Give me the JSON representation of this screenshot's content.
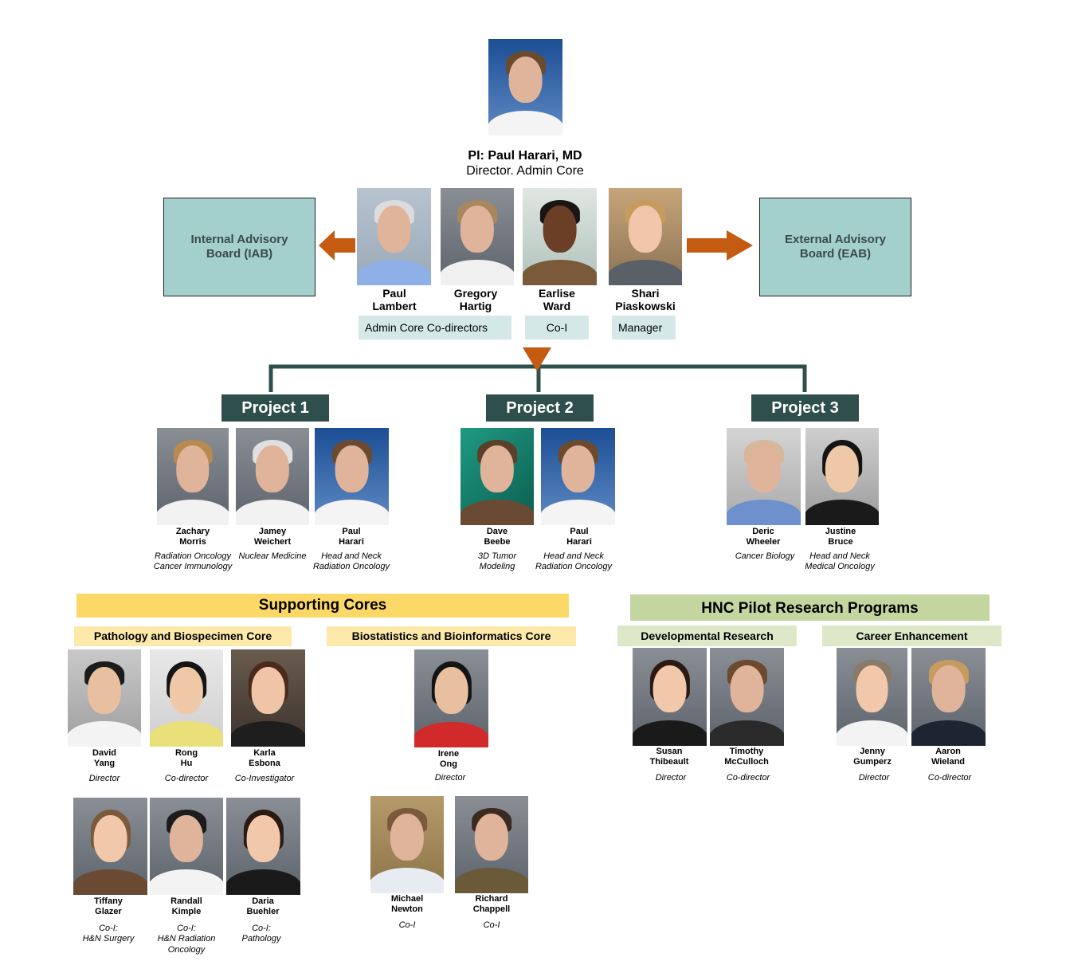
{
  "pi": {
    "title": "PI: Paul Harari, MD",
    "subtitle": "Director. Admin Core"
  },
  "boards": {
    "internal": "Internal Advisory\nBoard (IAB)",
    "external": "External Advisory\nBoard (EAB)"
  },
  "admin": {
    "people": [
      {
        "first": "Paul",
        "last": "Lambert"
      },
      {
        "first": "Gregory",
        "last": "Hartig"
      },
      {
        "first": "Earlise",
        "last": "Ward"
      },
      {
        "first": "Shari",
        "last": "Piaskowski"
      }
    ],
    "tags": [
      "Admin Core Co-directors",
      "Co-I",
      "Manager"
    ]
  },
  "projects": [
    {
      "label": "Project 1",
      "people": [
        {
          "first": "Zachary",
          "last": "Morris",
          "role1": "Radiation Oncology",
          "role2": "Cancer Immunology"
        },
        {
          "first": "Jamey",
          "last": "Weichert",
          "role1": "Nuclear Medicine",
          "role2": ""
        },
        {
          "first": "Paul",
          "last": "Harari",
          "role1": "Head and Neck",
          "role2": "Radiation Oncology"
        }
      ]
    },
    {
      "label": "Project 2",
      "people": [
        {
          "first": "Dave",
          "last": "Beebe",
          "role1": "3D Tumor",
          "role2": "Modeling"
        },
        {
          "first": "Paul",
          "last": "Harari",
          "role1": "Head and Neck",
          "role2": "Radiation Oncology"
        }
      ]
    },
    {
      "label": "Project 3",
      "people": [
        {
          "first": "Deric",
          "last": "Wheeler",
          "role1": "Cancer Biology",
          "role2": ""
        },
        {
          "first": "Justine",
          "last": "Bruce",
          "role1": "Head and Neck",
          "role2": "Medical Oncology"
        }
      ]
    }
  ],
  "supporting_cores": {
    "title": "Supporting Cores",
    "pathology": {
      "title": "Pathology and Biospecimen Core",
      "row1": [
        {
          "first": "David",
          "last": "Yang",
          "role1": "Director",
          "role2": ""
        },
        {
          "first": "Rong",
          "last": "Hu",
          "role1": "Co-director",
          "role2": ""
        },
        {
          "first": "Karla",
          "last": "Esbona",
          "role1": "Co-Investigator",
          "role2": ""
        }
      ],
      "row2": [
        {
          "first": "Tiffany",
          "last": "Glazer",
          "role1": "Co-I:",
          "role2": "H&N Surgery",
          "role3": ""
        },
        {
          "first": "Randall",
          "last": "Kimple",
          "role1": "Co-I:",
          "role2": "H&N Radiation",
          "role3": "Oncology"
        },
        {
          "first": "Daria",
          "last": "Buehler",
          "role1": "Co-I:",
          "role2": "Pathology",
          "role3": ""
        }
      ]
    },
    "biostat": {
      "title": "Biostatistics and Bioinformatics Core",
      "row1": [
        {
          "first": "Irene",
          "last": "Ong",
          "role1": "Director"
        }
      ],
      "row2": [
        {
          "first": "Michael",
          "last": "Newton",
          "role1": "Co-I"
        },
        {
          "first": "Richard",
          "last": "Chappell",
          "role1": "Co-I"
        }
      ]
    }
  },
  "pilot": {
    "title": "HNC Pilot Research Programs",
    "developmental": {
      "title": "Developmental Research",
      "people": [
        {
          "first": "Susan",
          "last": "Thibeault",
          "role1": "Director"
        },
        {
          "first": "Timothy",
          "last": "McCulloch",
          "role1": "Co-director"
        }
      ]
    },
    "career": {
      "title": "Career Enhancement",
      "people": [
        {
          "first": "Jenny",
          "last": "Gumperz",
          "role1": "Director"
        },
        {
          "first": "Aaron",
          "last": "Wieland",
          "role1": "Co-director"
        }
      ]
    }
  },
  "colors": {
    "arrow": "#c55a11",
    "project_fill": "#2f4f4c",
    "board_fill": "#a3cfcd",
    "admin_tag_fill": "#d5e8e8",
    "supporting_fill": "#fcd966",
    "supporting_sub_fill": "#fde9a9",
    "pilot_fill": "#c4d6a0",
    "pilot_sub_fill": "#dce8c8"
  }
}
